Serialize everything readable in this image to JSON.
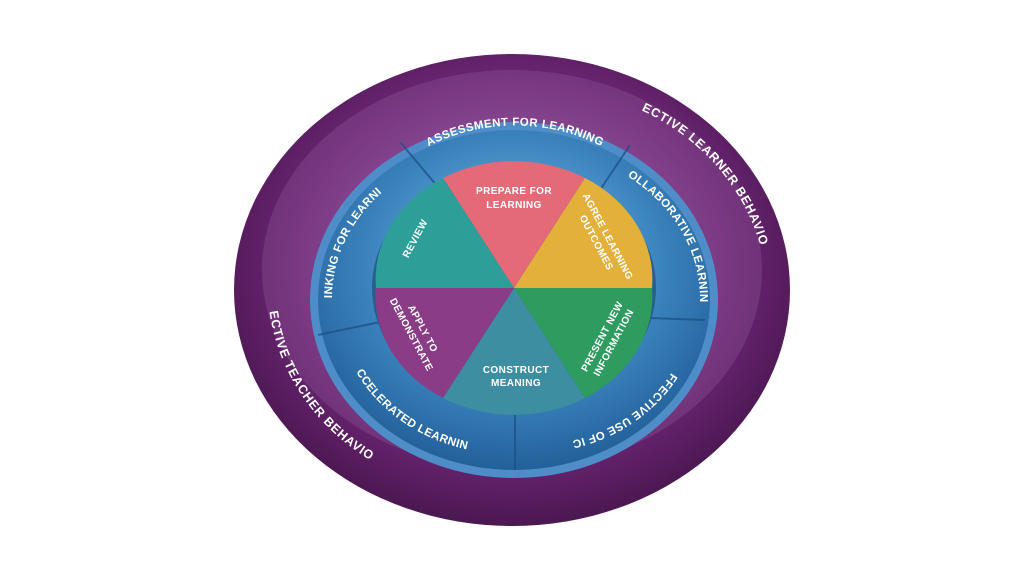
{
  "outer_ring": {
    "top_right": "EFFECTIVE LEARNER BEHAVIOURS",
    "bottom_left": "EFFECTIVE  TEACHER BEHAVIOURS",
    "color": "#6e2776"
  },
  "middle_ring": {
    "assessment": "ASSESSMENT FOR LEARNING",
    "collaborative": "COLLABORATIVE LEARNING",
    "ict": "EFFECTIVE USE OF ICT",
    "accelerated": "ACCELERATED LEARNING",
    "thinking": "THINKING FOR LEARNING",
    "color": "#2e78b4"
  },
  "core": {
    "prepare": {
      "line1": "PREPARE FOR",
      "line2": "LEARNING",
      "color": "#e46a78"
    },
    "agree": {
      "line1": "AGREE LEARNING",
      "line2": "OUTCOMES",
      "color": "#e3b03a"
    },
    "present": {
      "line1": "PRESENT NEW",
      "line2": "INFORMATION",
      "color": "#2e9b5f"
    },
    "construct": {
      "line1": "CONSTRUCT",
      "line2": "MEANING",
      "color": "#3c8ea0"
    },
    "apply": {
      "line1": "APPLY TO",
      "line2": "DEMONSTRATE",
      "color": "#8a3c86"
    },
    "review": {
      "line1": "REVIEW",
      "color": "#2e9f98"
    }
  }
}
